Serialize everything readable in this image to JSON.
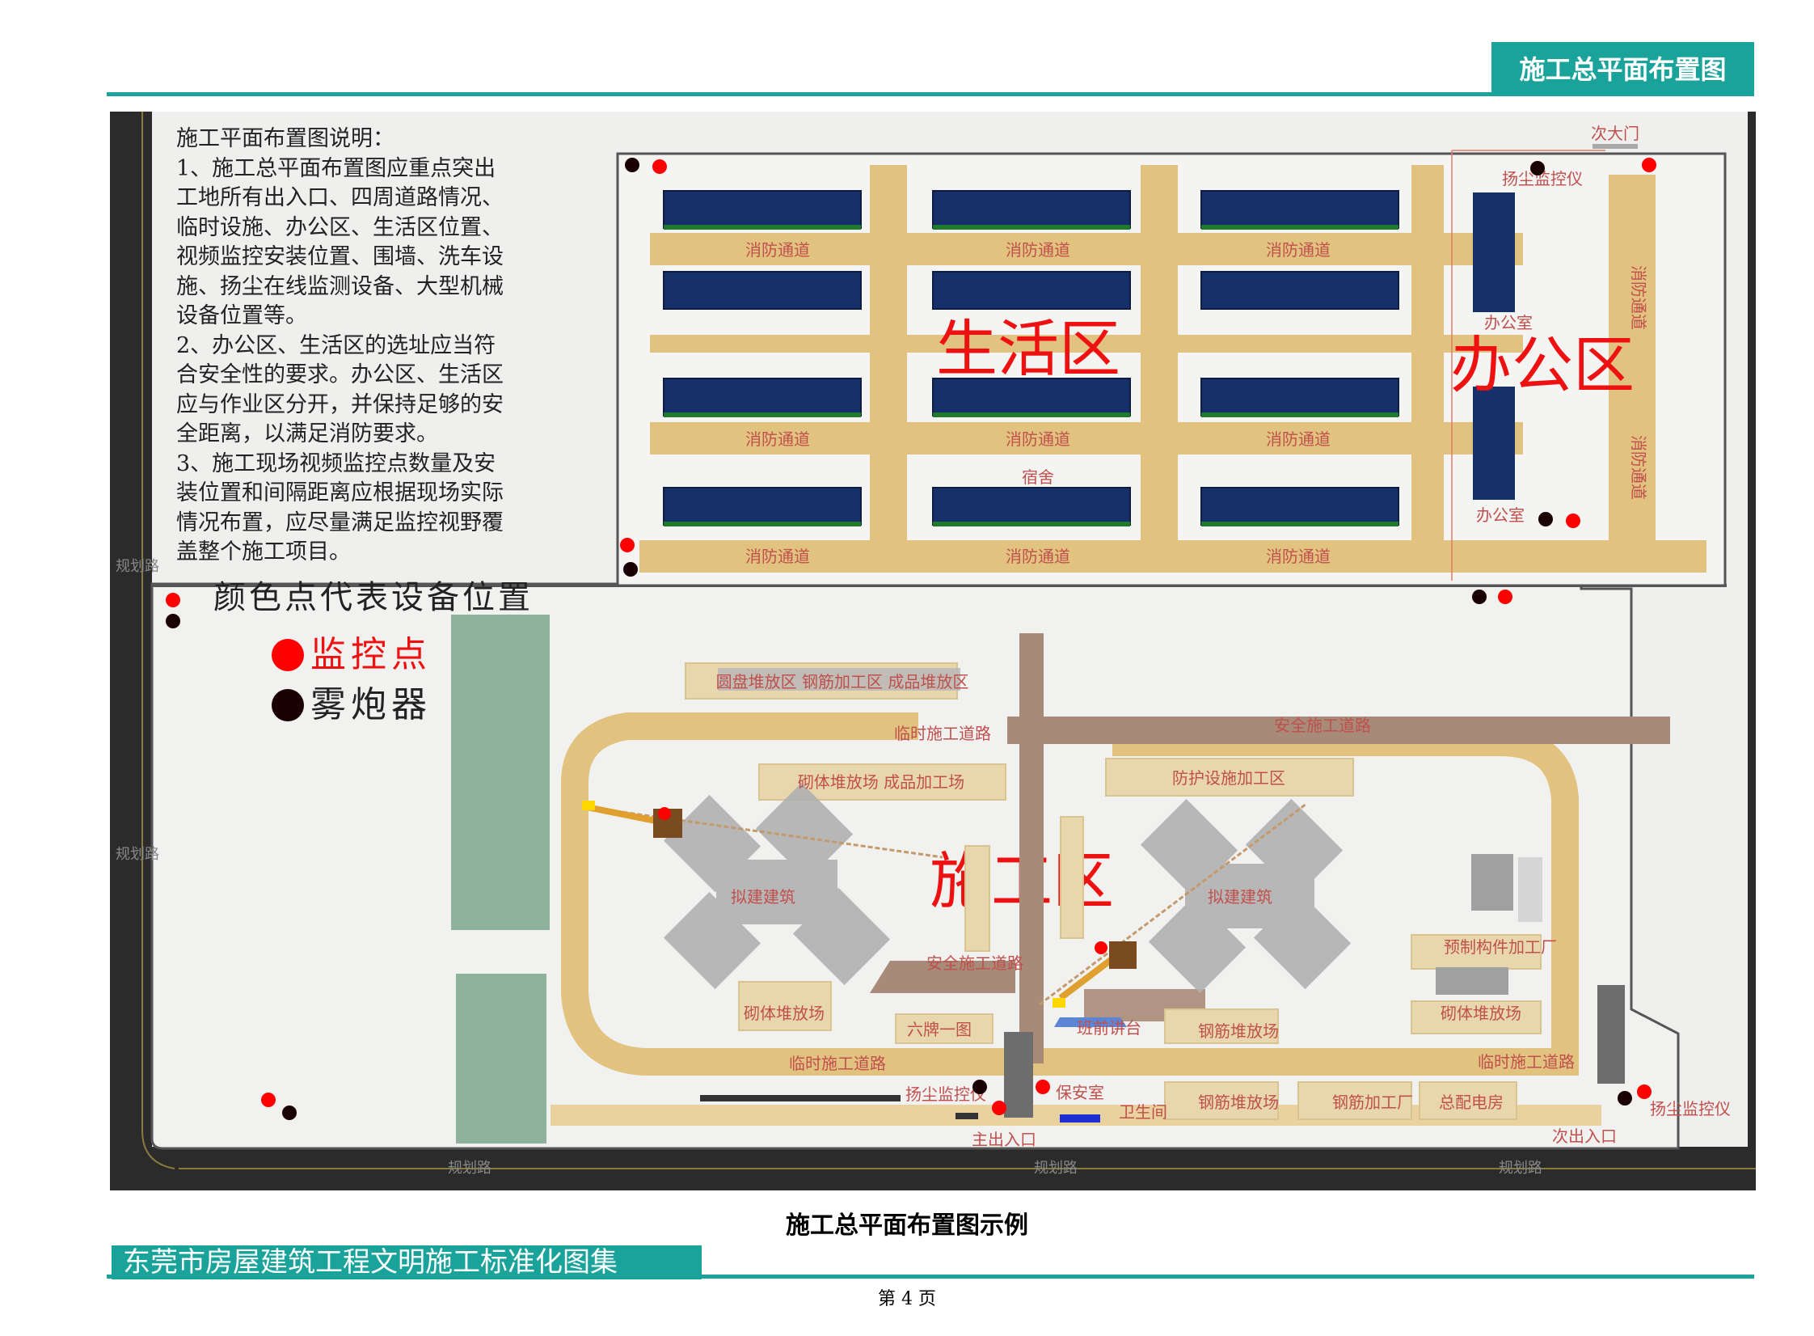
{
  "header": {
    "title": "施工总平面布置图"
  },
  "figure": {
    "caption": "施工总平面布置图示例",
    "notes": {
      "title": "施工平面布置图说明：",
      "lines": [
        "1、施工总平面布置图应重点突出",
        "工地所有出入口、四周道路情况、",
        "临时设施、办公区、生活区位置、",
        "视频监控安装位置、围墙、洗车设",
        "施、扬尘在线监测设备、大型机械",
        "设备位置等。",
        "2、办公区、生活区的选址应当符",
        "合安全性的要求。办公区、生活区",
        "应与作业区分开，并保持足够的安",
        "全距离，以满足消防要求。",
        "3、施工现场视频监控点数量及安",
        "装位置和间隔距离应根据现场实际",
        "情况布置，应尽量满足监控视野覆",
        "盖整个施工项目。"
      ]
    },
    "legend": {
      "title": "颜色点代表设备位置",
      "items": [
        {
          "label": "监控点",
          "color": "#ff0000"
        },
        {
          "label": "雾炮器",
          "color": "#1a0000"
        }
      ]
    },
    "zones": {
      "living": "生活区",
      "office": "办公区",
      "construction": "施工区"
    },
    "labels": {
      "fire_lane": "消防通道",
      "fire_lane_vertical": "消防通道",
      "dorm": "宿舍",
      "office_room": "办公室",
      "second_gate": "次大门",
      "dust_monitor": "扬尘监控仪",
      "planning_road": "规划路",
      "storage_pipe_rebar": "圆盘堆放区  钢筋加工区  成品堆放区",
      "temp_road": "临时施工道路",
      "safety_road": "安全施工道路",
      "masonry_yard_finished": "砌体堆放场   成品加工场",
      "protection_area": "防护设施加工区",
      "proposed_building": "拟建建筑",
      "precast_factory": "预制构件加工厂",
      "masonry_yard": "砌体堆放场",
      "six_boards": "六牌一图",
      "briefing_stage": "班前讲台",
      "rebar_yard": "钢筋堆放场",
      "guard_room": "保安室",
      "toilet": "卫生间",
      "rebar_factory": "钢筋加工厂",
      "power_room": "总配电房",
      "main_entrance": "主出入口",
      "secondary_entrance": "次出入口"
    }
  },
  "footer": {
    "book_title": "东莞市房屋建筑工程文明施工标准化图集",
    "page": "第 4 页"
  },
  "colors": {
    "teal": "#1aa39a",
    "road": "#e2c27f",
    "brown_road": "#a88a78",
    "dorm_blue": "#16306a",
    "zone_red": "#ee1111"
  }
}
